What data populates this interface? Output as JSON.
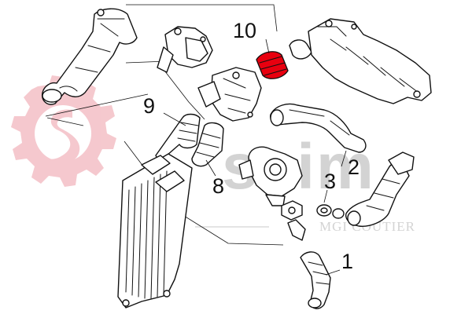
{
  "watermark": {
    "brand": "seim",
    "subline": "MGI COUTIER",
    "gear_color": "#f4c3c9",
    "text_color": "#cfcfcf"
  },
  "callouts": [
    {
      "id": "1",
      "label": "1"
    },
    {
      "id": "2",
      "label": "2"
    },
    {
      "id": "3",
      "label": "3"
    },
    {
      "id": "8",
      "label": "8"
    },
    {
      "id": "9",
      "label": "9"
    },
    {
      "id": "10",
      "label": "10"
    }
  ],
  "colors": {
    "highlight_part": "#e8000f",
    "line": "#111111"
  }
}
